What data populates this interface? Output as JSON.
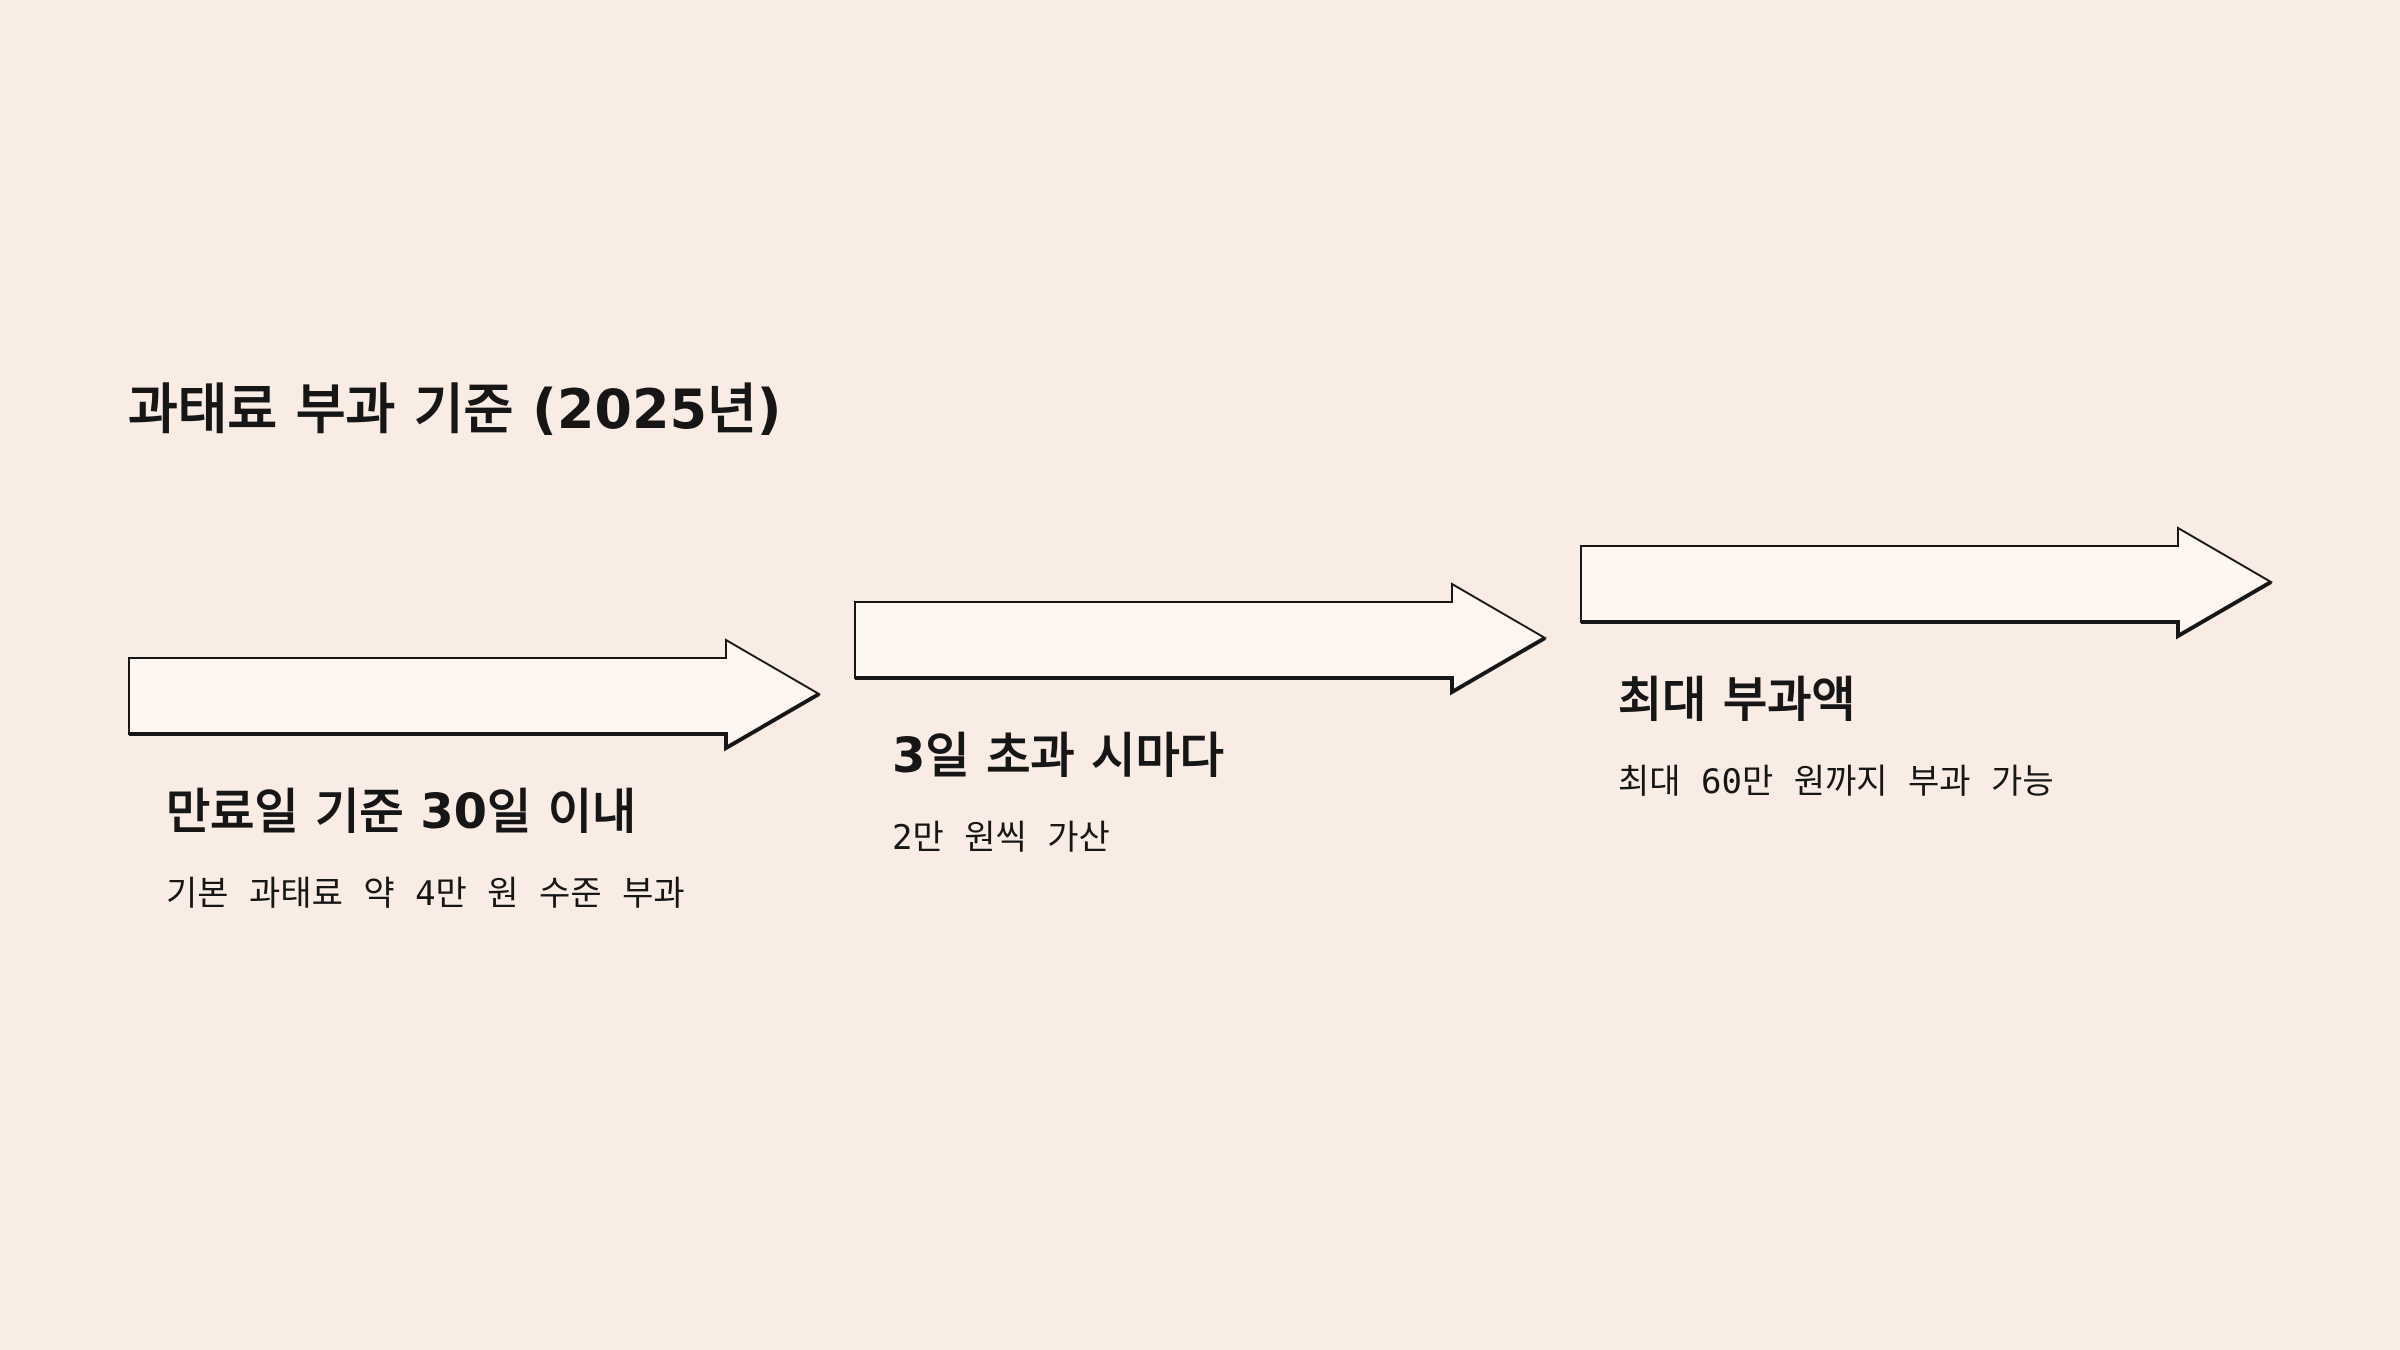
{
  "title": "과태료 부과 기준 (2025년)",
  "steps": [
    {
      "heading": "만료일 기준 30일 이내",
      "description": "기본 과태료 약 4만 원 수준 부과"
    },
    {
      "heading": "3일 초과 시마다",
      "description": "2만 원씩 가산"
    },
    {
      "heading": "최대 부과액",
      "description": "최대 60만 원까지 부과 가능"
    }
  ],
  "colors": {
    "background": "#f9ece4",
    "arrow_fill": "#fdf6f1",
    "ink": "#161616"
  }
}
